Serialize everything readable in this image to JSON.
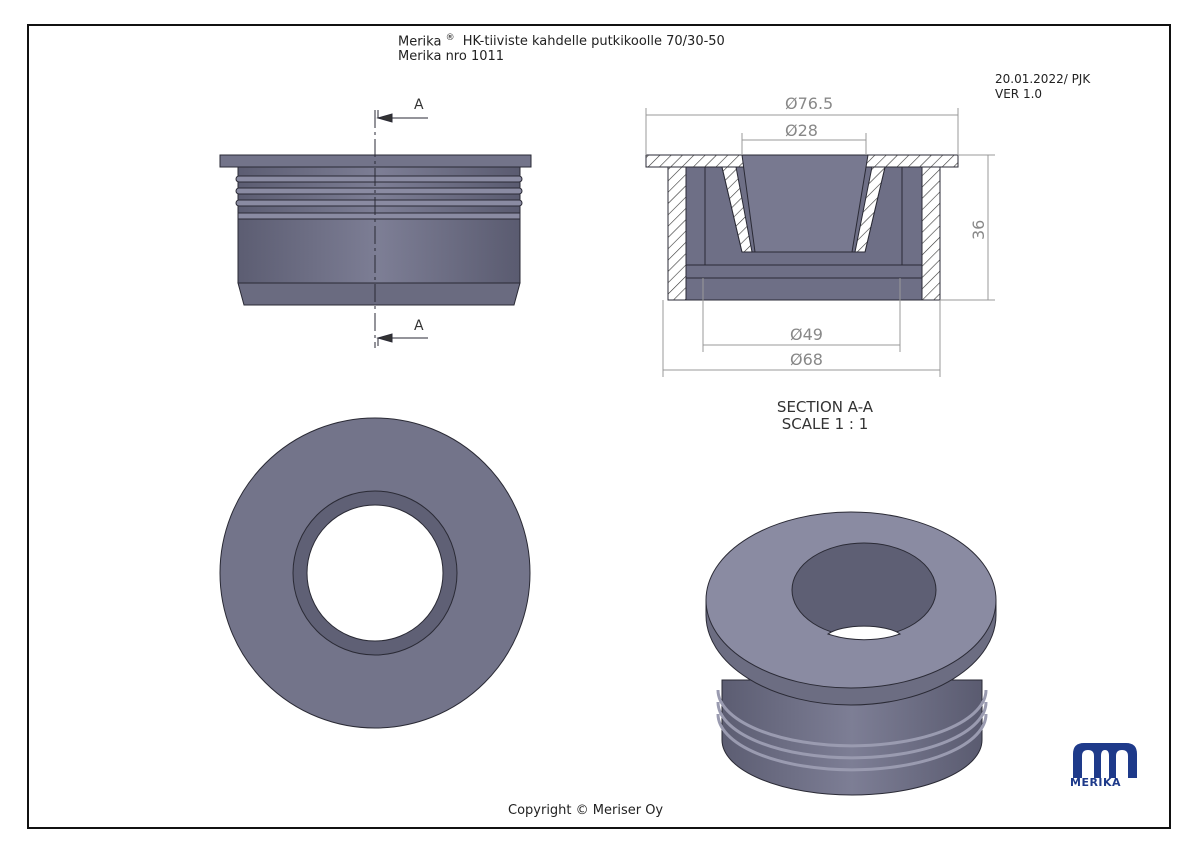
{
  "title": {
    "line1_brand": "Merika",
    "reg_mark": "®",
    "line1_desc": "HK-tiiviste kahdelle putkikoolle 70/30-50",
    "line2": "Merika nro 1011"
  },
  "revision": {
    "date_author": "20.01.2022/ PJK",
    "version": "VER 1.0"
  },
  "section_marker": {
    "top": "A",
    "bottom": "A"
  },
  "dimensions": {
    "outer_flange": "Ø76.5",
    "inner_top": "Ø28",
    "height": "36",
    "inner_bottom": "Ø49",
    "outer_body": "Ø68"
  },
  "section_label": {
    "title": "SECTION A-A",
    "scale": "SCALE 1 : 1"
  },
  "logo": {
    "text": "MERIKA"
  },
  "footer": {
    "copyright": "Copyright © Meriser Oy"
  },
  "colors": {
    "part": "#6e6f86",
    "part_light": "#8c8da3",
    "line": "#2a2a35",
    "logo": "#1e3a8a"
  }
}
